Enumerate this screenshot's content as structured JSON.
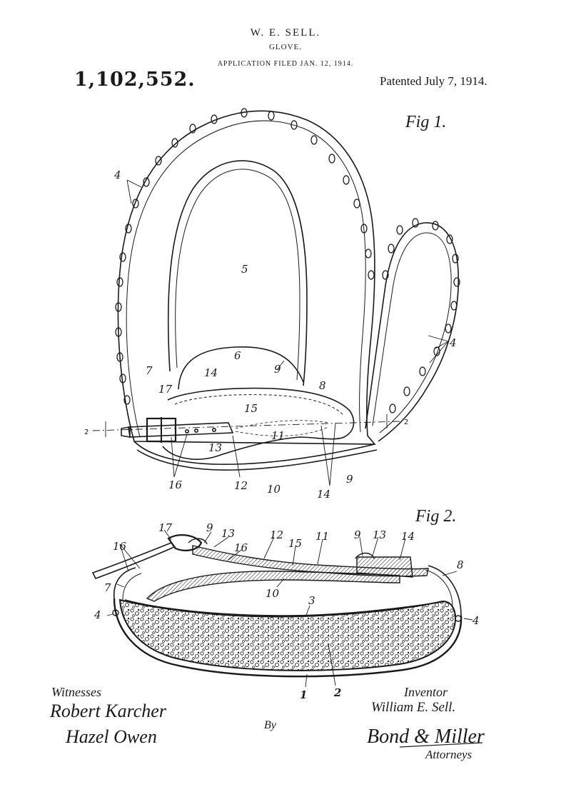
{
  "header": {
    "inventor_name": "W. E. SELL.",
    "title": "GLOVE.",
    "filed": "APPLICATION FILED JAN. 12, 1914.",
    "patent_number": "1,102,552.",
    "patented": "Patented July 7, 1914."
  },
  "figures": {
    "fig1": "Fig 1.",
    "fig2": "Fig 2."
  },
  "fig1_labels": {
    "l4a": "4",
    "l4b": "4",
    "l5": "5",
    "l6": "6",
    "l7": "7",
    "l8": "8",
    "l9a": "9",
    "l9b": "9",
    "l10": "10",
    "l11": "11",
    "l12": "12",
    "l13": "13",
    "l14a": "14",
    "l14b": "14",
    "l15": "15",
    "l16": "16",
    "l17": "17",
    "sec_left": "2",
    "sec_right": "2"
  },
  "fig2_labels": {
    "l16": "16",
    "l17": "17",
    "l9a": "9",
    "l13a": "13",
    "l12": "12",
    "l16b": "16",
    "l15": "15",
    "l11": "11",
    "l9b": "9",
    "l13b": "13",
    "l14": "14",
    "l8": "8",
    "l7": "7",
    "l10": "10",
    "l3": "3",
    "l4a": "4",
    "l4b": "4",
    "l1": "1",
    "l2": "2"
  },
  "footer": {
    "witnesses_label": "Witnesses",
    "witness1": "Robert Karcher",
    "witness2": "Hazel Owen",
    "by": "By",
    "inventor_label": "Inventor",
    "inventor_signature": "William E. Sell.",
    "attorney_signature": "Bond & Miller",
    "attorneys_label": "Attorneys"
  },
  "colors": {
    "ink": "#1a1a1a",
    "paper": "#ffffff"
  }
}
